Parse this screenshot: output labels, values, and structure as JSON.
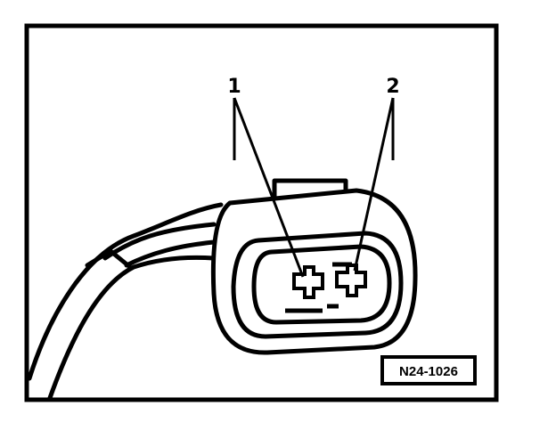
{
  "callouts": [
    {
      "number": "1",
      "target": "pin-1"
    },
    {
      "number": "2",
      "target": "pin-2"
    }
  ],
  "reference_code": "N24-1026",
  "colors": {
    "ink": "#000000",
    "paper": "#ffffff"
  }
}
